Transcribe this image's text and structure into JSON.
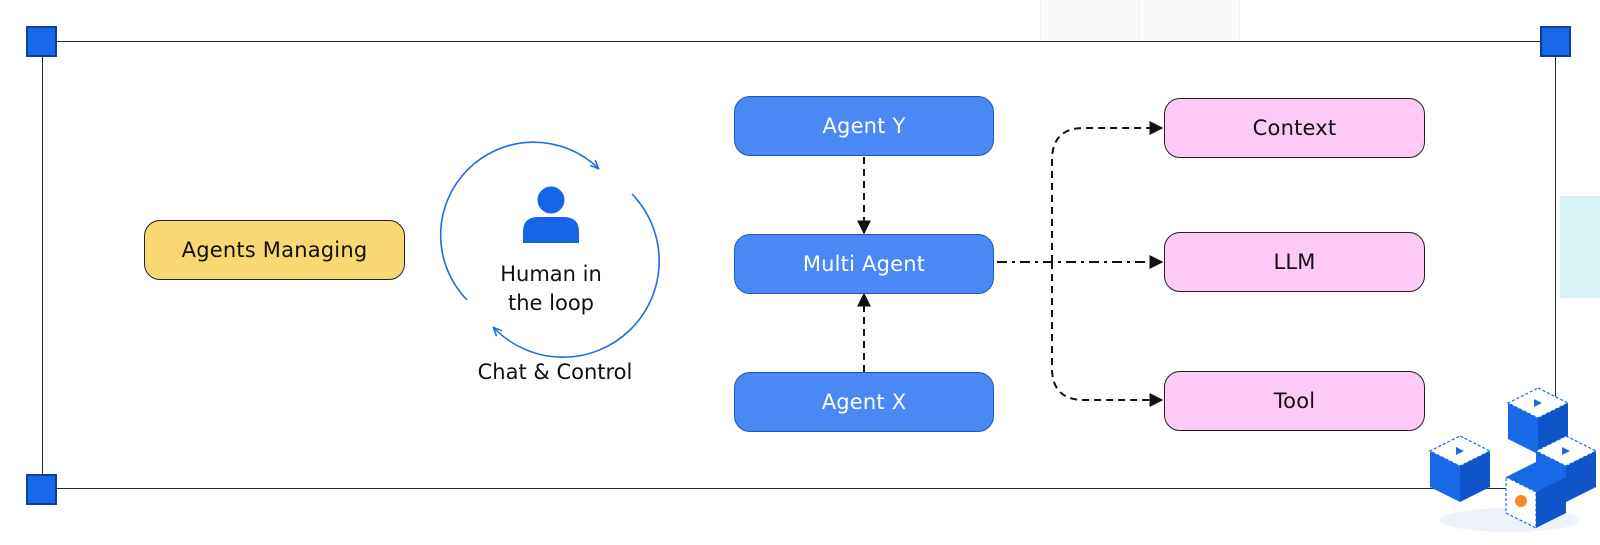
{
  "diagram": {
    "agents_managing": "Agents Managing",
    "human_in_loop": {
      "line1": "Human in",
      "line2": "the loop"
    },
    "chat_control": "Chat & Control",
    "agents": {
      "agent_y": "Agent Y",
      "multi_agent": "Multi Agent",
      "agent_x": "Agent X"
    },
    "resources": {
      "context": "Context",
      "llm": "LLM",
      "tool": "Tool"
    }
  },
  "colors": {
    "accent_blue": "#1769e8",
    "agent_blue": "#4a88f5",
    "yellow": "#f8d872",
    "pink": "#fccaf4"
  },
  "icons": [
    "user-icon",
    "cycle-arrows-icon",
    "cube-cluster-icon"
  ]
}
